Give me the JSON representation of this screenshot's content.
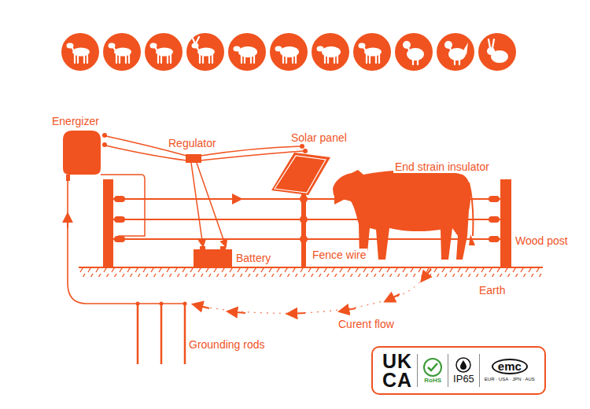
{
  "diagram": {
    "nodes": [
      {
        "text": [
          "UK",
          "CA",
          "RoHS",
          "IP65",
          "emc",
          "EUR · USA · JPN · AUS"
        ]
      }
    ],
    "labels": [
      "Energizer",
      "Regulator",
      "Solar panel",
      "End strain insulator",
      "Battery",
      "Fence wire",
      "Wood post",
      "Earth",
      "Curent flow",
      "Grounding rods"
    ]
  }
}
